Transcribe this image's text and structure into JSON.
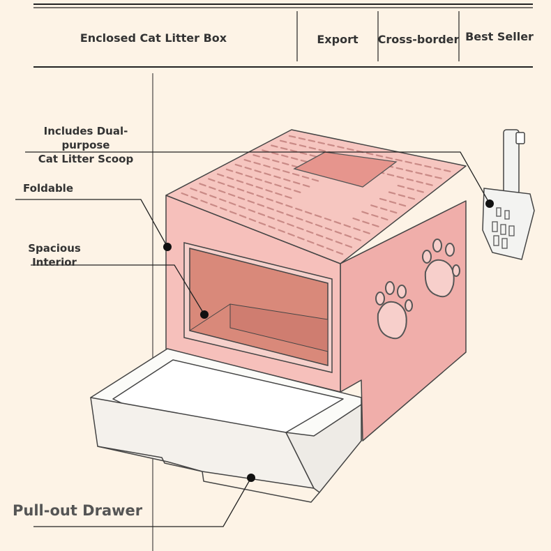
{
  "header": {
    "title": "Enclosed Cat Litter Box",
    "tags": [
      "Export",
      "Cross-border",
      "Best Seller"
    ]
  },
  "callouts": {
    "scoop": "Includes Dual-purpose\nCat Litter Scoop",
    "foldable": "Foldable",
    "interior": "Spacious\nInterior",
    "drawer": "Pull-out Drawer"
  },
  "colors": {
    "background": "#fdf3e6",
    "box_pink": "#f4b9b4",
    "window": "#d9897a",
    "line": "#222222"
  }
}
